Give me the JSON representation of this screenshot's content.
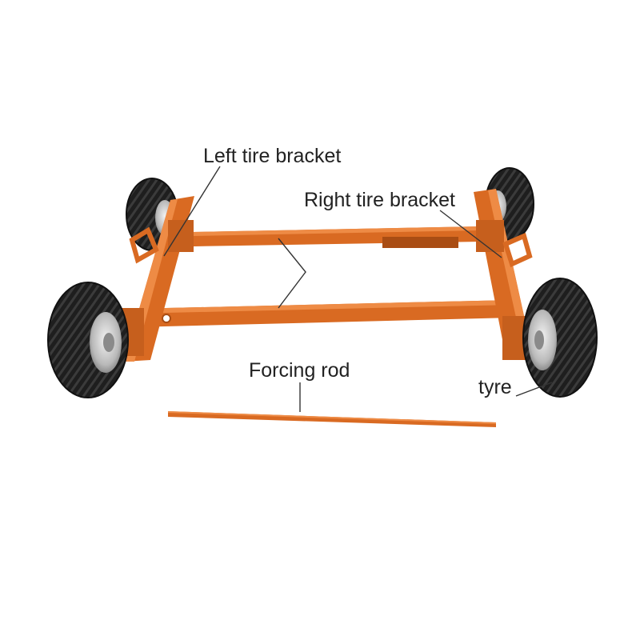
{
  "labels": {
    "left_tire_bracket": "Left tire bracket",
    "right_tire_bracket": "Right tire bracket",
    "forcing_rod": "Forcing rod",
    "tyre": "tyre"
  },
  "colors": {
    "frame": "#d96a22",
    "frame_dark": "#a94d14",
    "frame_light": "#ee8b45",
    "tire": "#1c1c1c",
    "tread": "#3a3a3a",
    "hub": "#c8c8c8",
    "leader": "#333333"
  }
}
